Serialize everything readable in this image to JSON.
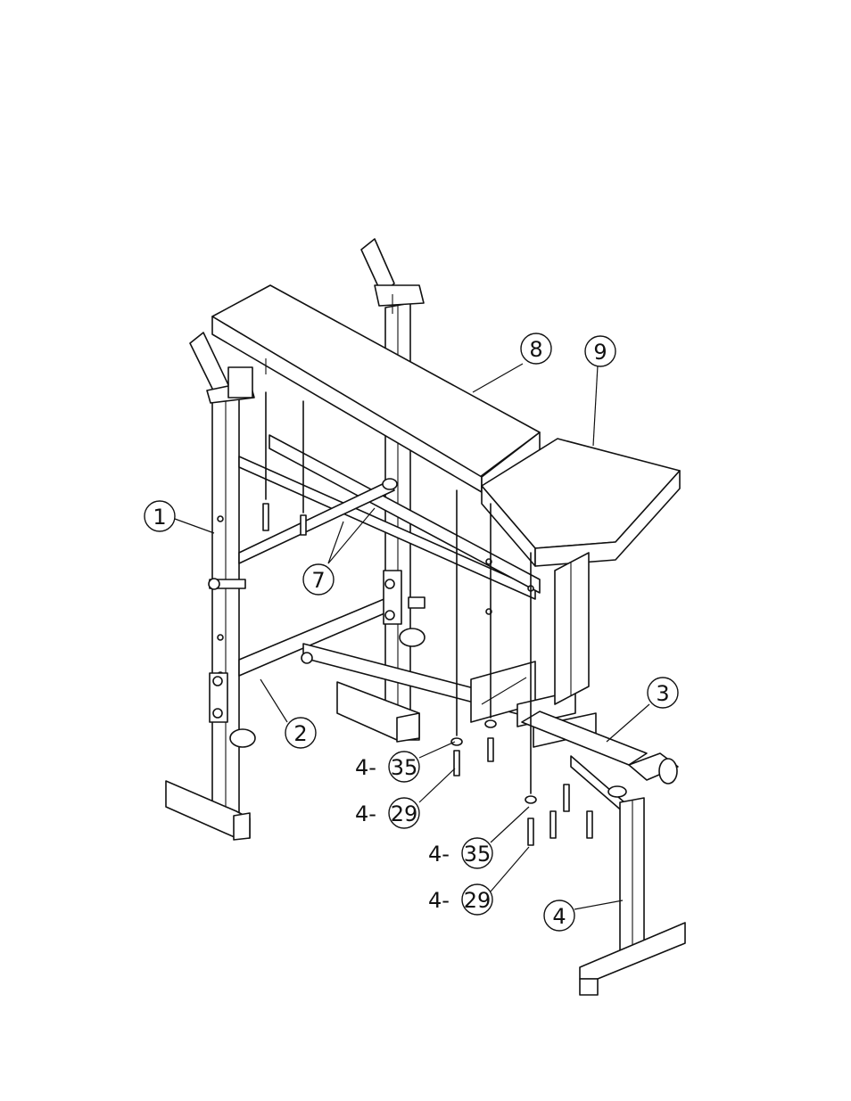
{
  "callouts": [
    {
      "id": "c1",
      "label": "1"
    },
    {
      "id": "c2",
      "label": "2"
    },
    {
      "id": "c3",
      "label": "3"
    },
    {
      "id": "c4",
      "label": "4"
    },
    {
      "id": "c7",
      "label": "7"
    },
    {
      "id": "c8",
      "label": "8"
    },
    {
      "id": "c9",
      "label": "9"
    }
  ],
  "hardware_callouts": [
    {
      "id": "h1",
      "prefix": "4-",
      "label": "35"
    },
    {
      "id": "h2",
      "prefix": "4-",
      "label": "29"
    },
    {
      "id": "h3",
      "prefix": "4-",
      "label": "35"
    },
    {
      "id": "h4",
      "prefix": "4-",
      "label": "29"
    }
  ]
}
